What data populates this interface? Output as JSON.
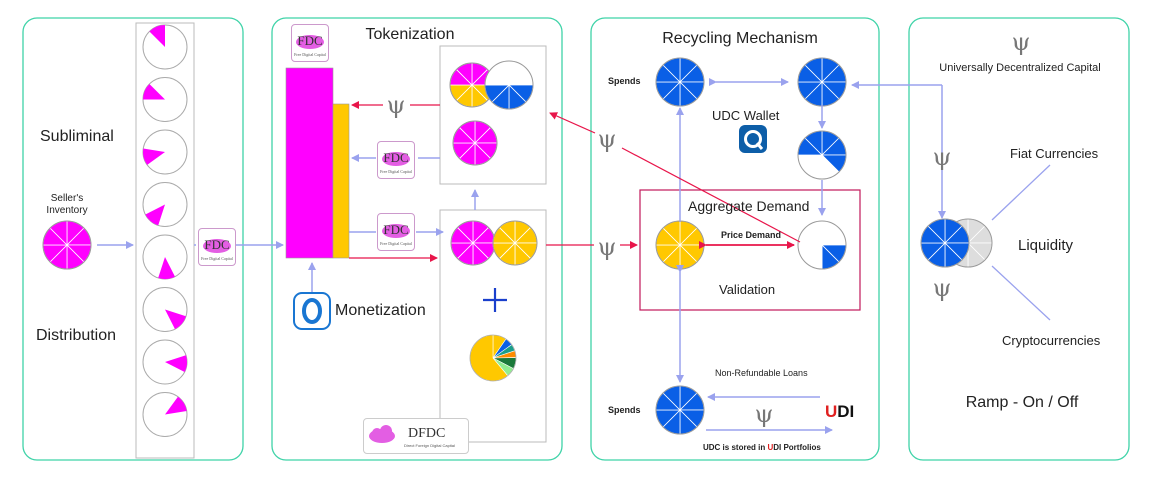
{
  "panels": {
    "tokenization_title": "Tokenization",
    "recycling_title": "Recycling Mechanism",
    "ramp_title": "Ramp - On / Off"
  },
  "left": {
    "subliminal": "Subliminal",
    "distribution": "Distribution",
    "sellers_inventory_line1": "Seller's",
    "sellers_inventory_line2": "Inventory"
  },
  "badges": {
    "fdc": "FDC",
    "fdc_sub": "Free Digital Capital",
    "dfdc": "DFDC",
    "dfdc_sub": "Direct Foreign Digital Capital"
  },
  "tokenization": {
    "monetization": "Monetization"
  },
  "recycling": {
    "spends_top": "Spends",
    "spends_bottom": "Spends",
    "udc_wallet": "UDC Wallet",
    "aggregate_demand": "Aggregate Demand",
    "price_demand": "Price Demand",
    "validation": "Validation",
    "non_refundable_loans": "Non-Refundable Loans",
    "udi_letter_u": "U",
    "udi_rest": "DI",
    "udc_stored_pre": "UDC is stored in ",
    "udc_stored_u": "U",
    "udc_stored_post": "DI Portfolios"
  },
  "ramp": {
    "udc_caption": "Universally Decentralized Capital",
    "fiat": "Fiat Currencies",
    "liquidity": "Liquidity",
    "crypto": "Cryptocurrencies"
  },
  "colors": {
    "panel_border": "#3fd3a8",
    "magenta": "#ff00ff",
    "gold": "#ffc800",
    "blue": "#0a5fe6",
    "arrow": "#9aa2ee",
    "red": "#e8154a",
    "grey": "#bbbbbb"
  }
}
